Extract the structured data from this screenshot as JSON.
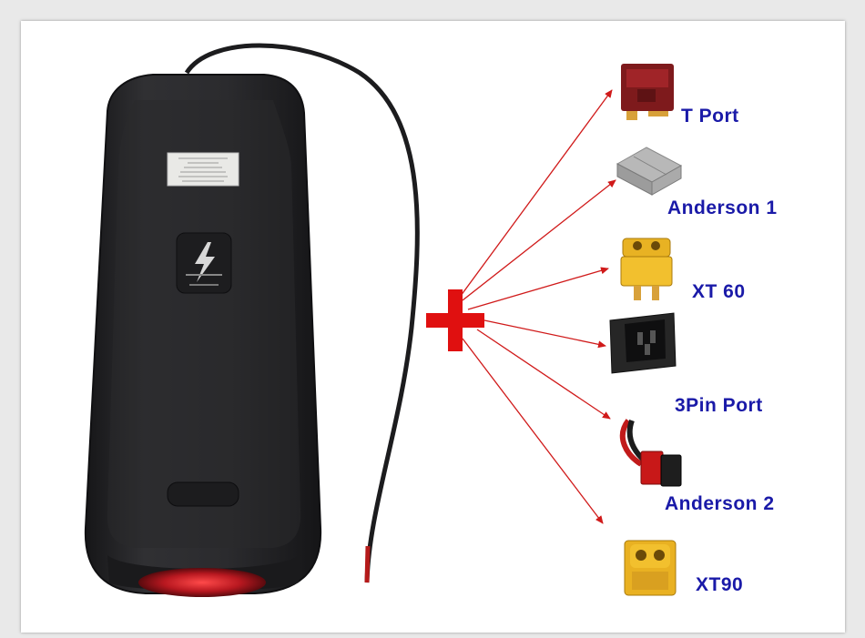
{
  "colors": {
    "label": "#1a1aa8",
    "arrow": "#d01a1a",
    "plus": "#e01010",
    "battery_body": "#2a2a2c",
    "battery_edge": "#141416",
    "tail_light": "#c8202a"
  },
  "connectors": [
    {
      "id": "t-port",
      "label": "T Port",
      "icon": "t-plug-red"
    },
    {
      "id": "anderson-1",
      "label": "Anderson 1",
      "icon": "anderson-gray"
    },
    {
      "id": "xt60",
      "label": "XT 60",
      "icon": "xt60-yellow"
    },
    {
      "id": "3pin",
      "label": "3Pin Port",
      "icon": "iec-socket-black"
    },
    {
      "id": "anderson-2",
      "label": "Anderson 2",
      "icon": "anderson-red-black"
    },
    {
      "id": "xt90",
      "label": "XT90",
      "icon": "xt90-yellow"
    }
  ],
  "battery": {
    "icon": "lightning-bolt-icon"
  }
}
